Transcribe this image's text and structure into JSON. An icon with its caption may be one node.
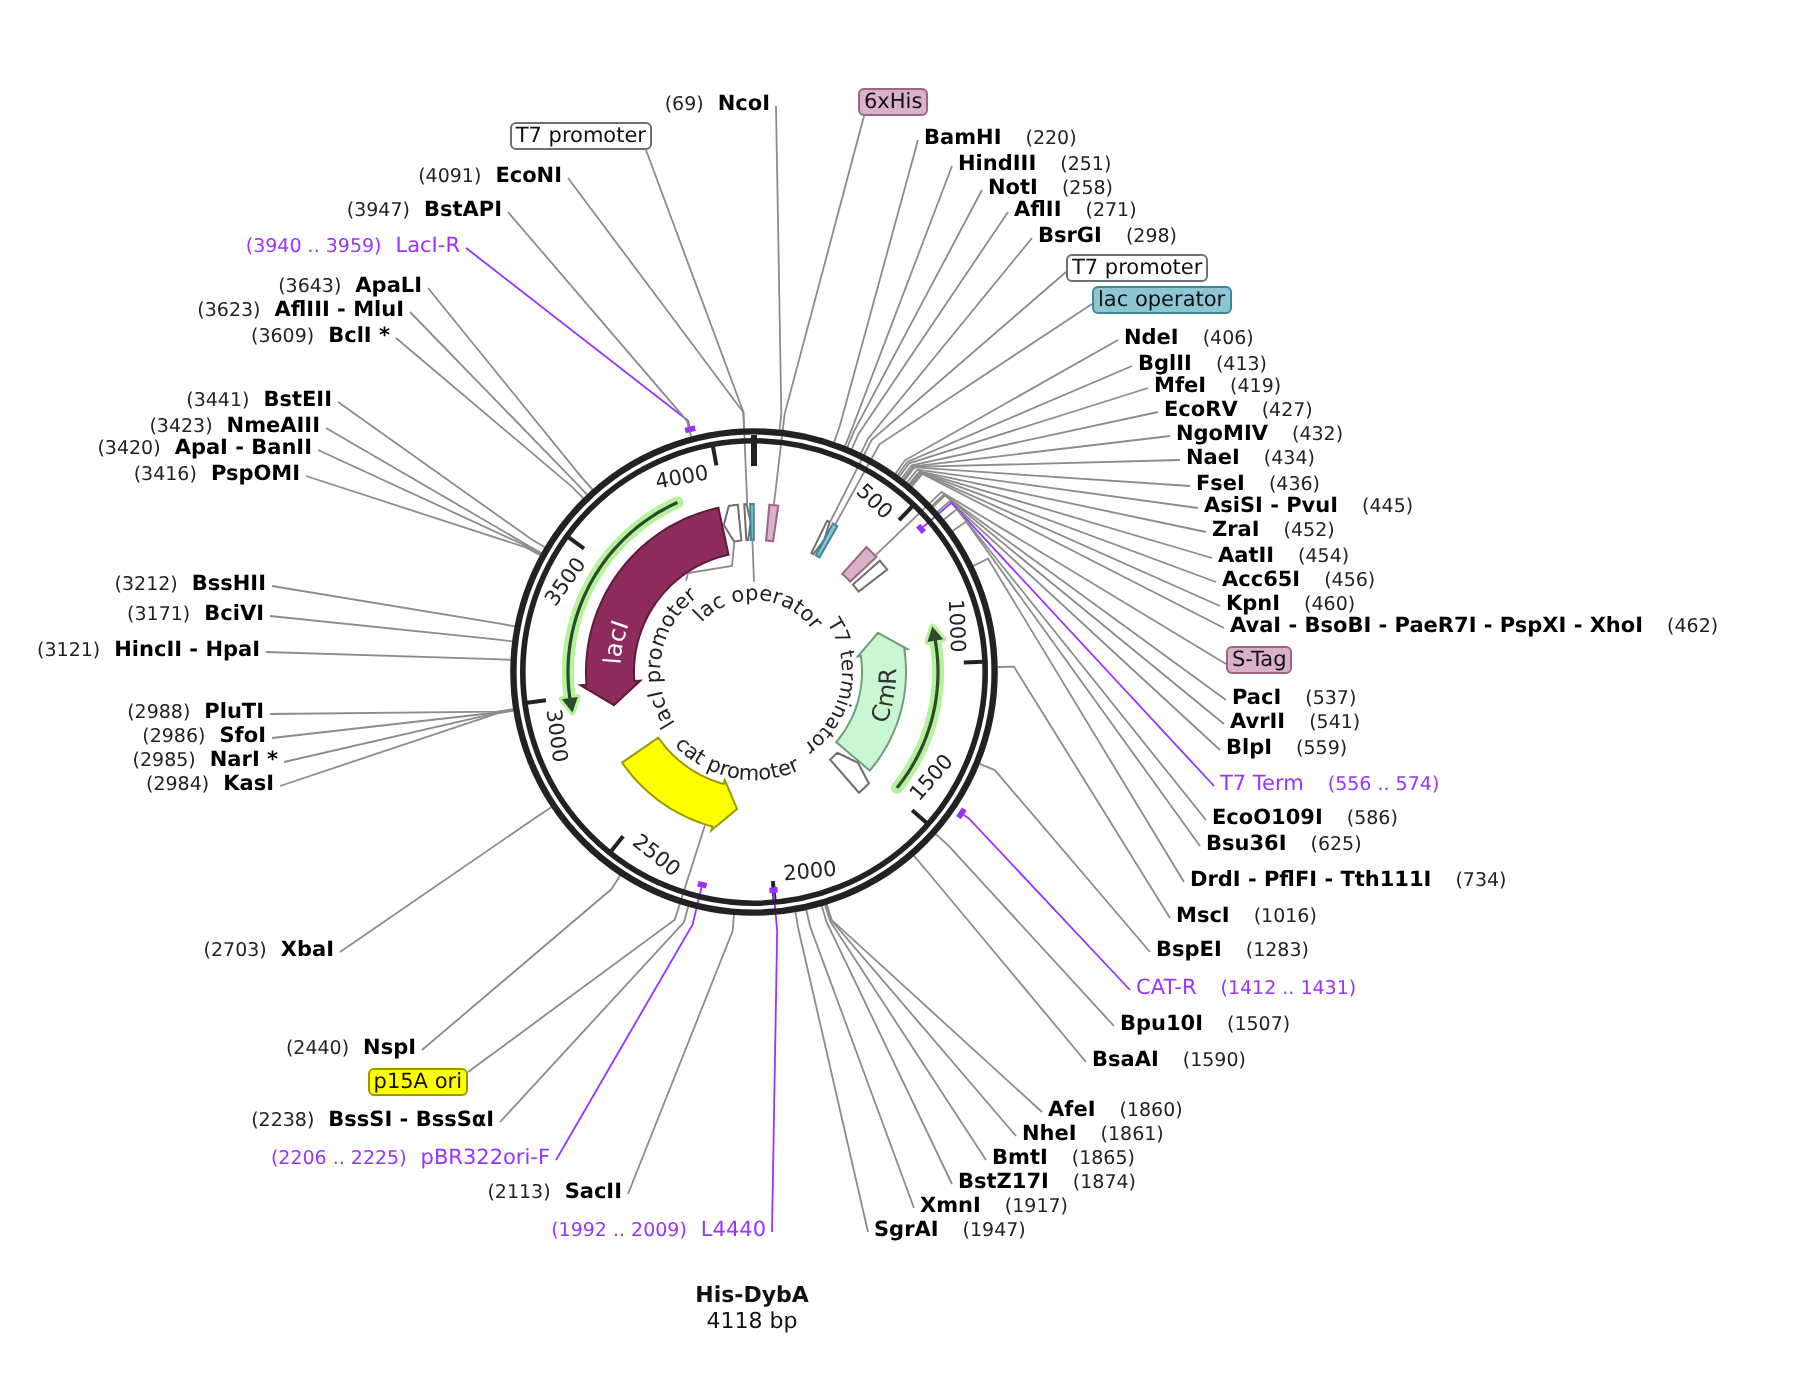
{
  "diagram": {
    "title": "His-DybA",
    "caption": "4118 bp",
    "nodes": [
      {
        "text": [
          "(69)",
          "NcoI"
        ]
      },
      {
        "text": [
          "6xHis"
        ]
      },
      {
        "text": [
          "BamHI",
          "(220)"
        ]
      },
      {
        "text": [
          "HindIII",
          "(251)"
        ]
      },
      {
        "text": [
          "NotI",
          "(258)"
        ]
      },
      {
        "text": [
          "AflII",
          "(271)"
        ]
      },
      {
        "text": [
          "BsrGI",
          "(298)"
        ]
      },
      {
        "text": [
          "T7 promoter"
        ]
      },
      {
        "text": [
          "lac operator"
        ]
      },
      {
        "text": [
          "NdeI",
          "(406)"
        ]
      },
      {
        "text": [
          "BglII",
          "(413)"
        ]
      },
      {
        "text": [
          "MfeI",
          "(419)"
        ]
      },
      {
        "text": [
          "EcoRV",
          "(427)"
        ]
      },
      {
        "text": [
          "NgoMIV",
          "(432)"
        ]
      },
      {
        "text": [
          "NaeI",
          "(434)"
        ]
      },
      {
        "text": [
          "FseI",
          "(436)"
        ]
      },
      {
        "text": [
          "AsiSI - PvuI",
          "(445)"
        ]
      },
      {
        "text": [
          "ZraI",
          "(452)"
        ]
      },
      {
        "text": [
          "AatII",
          "(454)"
        ]
      },
      {
        "text": [
          "Acc65I",
          "(456)"
        ]
      },
      {
        "text": [
          "KpnI",
          "(460)"
        ]
      },
      {
        "text": [
          "AvaI - BsoBI - PaeR7I - PspXI - XhoI",
          "(462)"
        ]
      },
      {
        "text": [
          "S-Tag"
        ]
      },
      {
        "text": [
          "PacI",
          "(537)"
        ]
      },
      {
        "text": [
          "AvrII",
          "(541)"
        ]
      },
      {
        "text": [
          "BlpI",
          "(559)"
        ]
      },
      {
        "text": [
          "T7 Term",
          "(556 .. 574)"
        ]
      },
      {
        "text": [
          "EcoO109I",
          "(586)"
        ]
      },
      {
        "text": [
          "Bsu36I",
          "(625)"
        ]
      },
      {
        "text": [
          "DrdI - PflFI - Tth111I",
          "(734)"
        ]
      },
      {
        "text": [
          "MscI",
          "(1016)"
        ]
      },
      {
        "text": [
          "BspEI",
          "(1283)"
        ]
      },
      {
        "text": [
          "CAT-R",
          "(1412 .. 1431)"
        ]
      },
      {
        "text": [
          "Bpu10I",
          "(1507)"
        ]
      },
      {
        "text": [
          "BsaAI",
          "(1590)"
        ]
      },
      {
        "text": [
          "AfeI",
          "(1860)"
        ]
      },
      {
        "text": [
          "NheI",
          "(1861)"
        ]
      },
      {
        "text": [
          "BmtI",
          "(1865)"
        ]
      },
      {
        "text": [
          "BstZ17I",
          "(1874)"
        ]
      },
      {
        "text": [
          "XmnI",
          "(1917)"
        ]
      },
      {
        "text": [
          "SgrAI",
          "(1947)"
        ]
      },
      {
        "text": [
          "(1992 .. 2009)",
          "L4440"
        ]
      },
      {
        "text": [
          "(2113)",
          "SacII"
        ]
      },
      {
        "text": [
          "(2206 .. 2225)",
          "pBR322ori-F"
        ]
      },
      {
        "text": [
          "(2238)",
          "BssSI - BssSαI"
        ]
      },
      {
        "text": [
          "p15A ori"
        ]
      },
      {
        "text": [
          "(2440)",
          "NspI"
        ]
      },
      {
        "text": [
          "(2703)",
          "XbaI"
        ]
      },
      {
        "text": [
          "(2984)",
          "KasI"
        ]
      },
      {
        "text": [
          "(2985)",
          "NarI *"
        ]
      },
      {
        "text": [
          "(2986)",
          "SfoI"
        ]
      },
      {
        "text": [
          "(2988)",
          "PluTI"
        ]
      },
      {
        "text": [
          "(3121)",
          "HincII - HpaI"
        ]
      },
      {
        "text": [
          "(3171)",
          "BciVI"
        ]
      },
      {
        "text": [
          "(3212)",
          "BssHII"
        ]
      },
      {
        "text": [
          "(3416)",
          "PspOMI"
        ]
      },
      {
        "text": [
          "(3420)",
          "ApaI - BanII"
        ]
      },
      {
        "text": [
          "(3423)",
          "NmeAIII"
        ]
      },
      {
        "text": [
          "(3441)",
          "BstEII"
        ]
      },
      {
        "text": [
          "(3609)",
          "BclI *"
        ]
      },
      {
        "text": [
          "(3623)",
          "AflIII - MluI"
        ]
      },
      {
        "text": [
          "(3643)",
          "ApaLI"
        ]
      },
      {
        "text": [
          "(3940 .. 3959)",
          "LacI-R"
        ]
      },
      {
        "text": [
          "(3947)",
          "BstAPI"
        ]
      },
      {
        "text": [
          "(4091)",
          "EcoNI"
        ]
      },
      {
        "text": [
          "T7 promoter"
        ]
      },
      {
        "text": [],
        "shape": "circle"
      },
      {
        "text": [
          "lacI"
        ],
        "in": 66
      },
      {
        "text": [],
        "shape": "arrow",
        "in": 66
      },
      {
        "text": [],
        "shape": "arrow",
        "in": 66
      },
      {
        "text": [],
        "shape": "box",
        "in": 66
      },
      {
        "text": [],
        "shape": "box",
        "in": 66
      },
      {
        "text": [],
        "shape": "arrow",
        "in": 66
      },
      {
        "text": [],
        "shape": "box",
        "in": 66
      },
      {
        "text": [],
        "shape": "box",
        "in": 66
      },
      {
        "text": [],
        "shape": "box",
        "in": 66
      },
      {
        "text": [
          "CmR"
        ],
        "in": 66
      },
      {
        "text": [],
        "shape": "arrow",
        "in": 66
      },
      {
        "text": [],
        "shape": "arrow",
        "in": 66
      },
      {
        "text": [
          "lacI promoter"
        ],
        "in": 66
      },
      {
        "text": [
          "lac operator"
        ],
        "in": 66
      },
      {
        "text": [
          "T7 terminator"
        ],
        "in": 66
      },
      {
        "text": [
          "cat promoter"
        ],
        "in": 66
      },
      {
        "text": [],
        "shape": "bar",
        "in": 66
      },
      {
        "text": [],
        "shape": "bar"
      },
      {
        "text": [],
        "shape": "bar",
        "in": 66
      },
      {
        "text": [],
        "shape": "bar",
        "in": 66
      },
      {
        "text": [],
        "shape": "bar"
      }
    ],
    "edges": [
      {
        "from": 0,
        "to": 66,
        "arrow": "none"
      },
      {
        "from": 1,
        "to": 71,
        "arrow": "none"
      },
      {
        "from": 2,
        "to": 66,
        "arrow": "none"
      },
      {
        "from": 3,
        "to": 66,
        "arrow": "none"
      },
      {
        "from": 4,
        "to": 66,
        "arrow": "none"
      },
      {
        "from": 5,
        "to": 66,
        "arrow": "none"
      },
      {
        "from": 6,
        "to": 66,
        "arrow": "none"
      },
      {
        "from": 7,
        "to": 72,
        "arrow": "none"
      },
      {
        "from": 8,
        "to": 73,
        "arrow": "none"
      },
      {
        "from": 9,
        "to": 66,
        "arrow": "none"
      },
      {
        "from": 10,
        "to": 66,
        "arrow": "none"
      },
      {
        "from": 11,
        "to": 66,
        "arrow": "none"
      },
      {
        "from": 12,
        "to": 66,
        "arrow": "none"
      },
      {
        "from": 13,
        "to": 66,
        "arrow": "none"
      },
      {
        "from": 14,
        "to": 66,
        "arrow": "none"
      },
      {
        "from": 15,
        "to": 66,
        "arrow": "none"
      },
      {
        "from": 16,
        "to": 66,
        "arrow": "none"
      },
      {
        "from": 17,
        "to": 66,
        "arrow": "none"
      },
      {
        "from": 18,
        "to": 66,
        "arrow": "none"
      },
      {
        "from": 19,
        "to": 66,
        "arrow": "none"
      },
      {
        "from": 20,
        "to": 66,
        "arrow": "none"
      },
      {
        "from": 21,
        "to": 66,
        "arrow": "none"
      },
      {
        "from": 22,
        "to": 74,
        "arrow": "none"
      },
      {
        "from": 23,
        "to": 66,
        "arrow": "none"
      },
      {
        "from": 24,
        "to": 66,
        "arrow": "none"
      },
      {
        "from": 25,
        "to": 66,
        "arrow": "none"
      },
      {
        "from": 26,
        "to": 83,
        "arrow": "none",
        "color": "#9933ff"
      },
      {
        "from": 27,
        "to": 66,
        "arrow": "none"
      },
      {
        "from": 28,
        "to": 66,
        "arrow": "none"
      },
      {
        "from": 29,
        "to": 66,
        "arrow": "none"
      },
      {
        "from": 30,
        "to": 66,
        "arrow": "none"
      },
      {
        "from": 31,
        "to": 66,
        "arrow": "none"
      },
      {
        "from": 32,
        "to": 84,
        "arrow": "none",
        "color": "#9933ff"
      },
      {
        "from": 33,
        "to": 66,
        "arrow": "none"
      },
      {
        "from": 34,
        "to": 66,
        "arrow": "none"
      },
      {
        "from": 35,
        "to": 66,
        "arrow": "none"
      },
      {
        "from": 36,
        "to": 66,
        "arrow": "none"
      },
      {
        "from": 37,
        "to": 66,
        "arrow": "none"
      },
      {
        "from": 38,
        "to": 66,
        "arrow": "none"
      },
      {
        "from": 39,
        "to": 66,
        "arrow": "none"
      },
      {
        "from": 40,
        "to": 66,
        "arrow": "none"
      },
      {
        "from": 41,
        "to": 85,
        "arrow": "none",
        "color": "#9933ff"
      },
      {
        "from": 42,
        "to": 66,
        "arrow": "none"
      },
      {
        "from": 43,
        "to": 86,
        "arrow": "none",
        "color": "#9933ff"
      },
      {
        "from": 44,
        "to": 66,
        "arrow": "none"
      },
      {
        "from": 45,
        "to": 78,
        "arrow": "none"
      },
      {
        "from": 46,
        "to": 66,
        "arrow": "none"
      },
      {
        "from": 47,
        "to": 66,
        "arrow": "none"
      },
      {
        "from": 48,
        "to": 66,
        "arrow": "none"
      },
      {
        "from": 49,
        "to": 66,
        "arrow": "none"
      },
      {
        "from": 50,
        "to": 66,
        "arrow": "none"
      },
      {
        "from": 51,
        "to": 66,
        "arrow": "none"
      },
      {
        "from": 52,
        "to": 66,
        "arrow": "none"
      },
      {
        "from": 53,
        "to": 66,
        "arrow": "none"
      },
      {
        "from": 54,
        "to": 66,
        "arrow": "none"
      },
      {
        "from": 55,
        "to": 66,
        "arrow": "none"
      },
      {
        "from": 56,
        "to": 66,
        "arrow": "none"
      },
      {
        "from": 57,
        "to": 66,
        "arrow": "none"
      },
      {
        "from": 58,
        "to": 66,
        "arrow": "none"
      },
      {
        "from": 59,
        "to": 66,
        "arrow": "none"
      },
      {
        "from": 60,
        "to": 66,
        "arrow": "none"
      },
      {
        "from": 61,
        "to": 66,
        "arrow": "none"
      },
      {
        "from": 62,
        "to": 87,
        "arrow": "none",
        "color": "#9933ff"
      },
      {
        "from": 63,
        "to": 66,
        "arrow": "none"
      },
      {
        "from": 64,
        "to": 66,
        "arrow": "none"
      },
      {
        "from": 65,
        "to": 69,
        "arrow": "none"
      },
      {
        "from": 79,
        "to": 68,
        "arrow": "none"
      },
      {
        "from": 80,
        "to": 70,
        "arrow": "none"
      }
    ],
    "labels": [
      "500",
      "1000",
      "1500",
      "2000",
      "2500",
      "3000",
      "3500",
      "4000"
    ]
  }
}
